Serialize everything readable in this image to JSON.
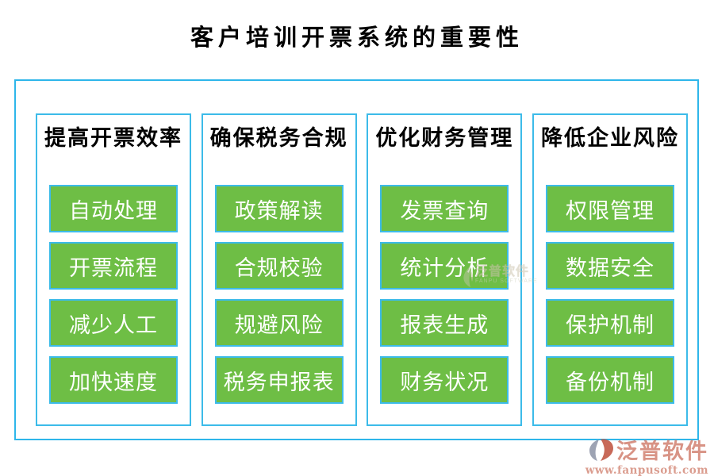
{
  "title": "客户培训开票系统的重要性",
  "columns": [
    {
      "header": "提高开票效率",
      "items": [
        "自动处理",
        "开票流程",
        "减少人工",
        "加快速度"
      ]
    },
    {
      "header": "确保税务合规",
      "items": [
        "政策解读",
        "合规校验",
        "规避风险",
        "税务申报表"
      ]
    },
    {
      "header": "优化财务管理",
      "items": [
        "发票查询",
        "统计分析",
        "报表生成",
        "财务状况"
      ]
    },
    {
      "header": "降低企业风险",
      "items": [
        "权限管理",
        "数据安全",
        "保护机制",
        "备份机制"
      ]
    }
  ],
  "watermark_center": {
    "brand": "泛普软件",
    "subtitle": "FANPU SOFTWARE"
  },
  "footer_logo": {
    "brand": "泛普软件",
    "website": "www.fanpusoft.com"
  },
  "colors": {
    "frame_border": "#2eb6ea",
    "node_fill": "#6ebe45",
    "node_border": "#3cbbe9",
    "node_text": "#ffffff",
    "header_text": "#000000",
    "title_text": "#000000",
    "logo_red": "#d28170",
    "logo_gray": "#8d93a6"
  }
}
